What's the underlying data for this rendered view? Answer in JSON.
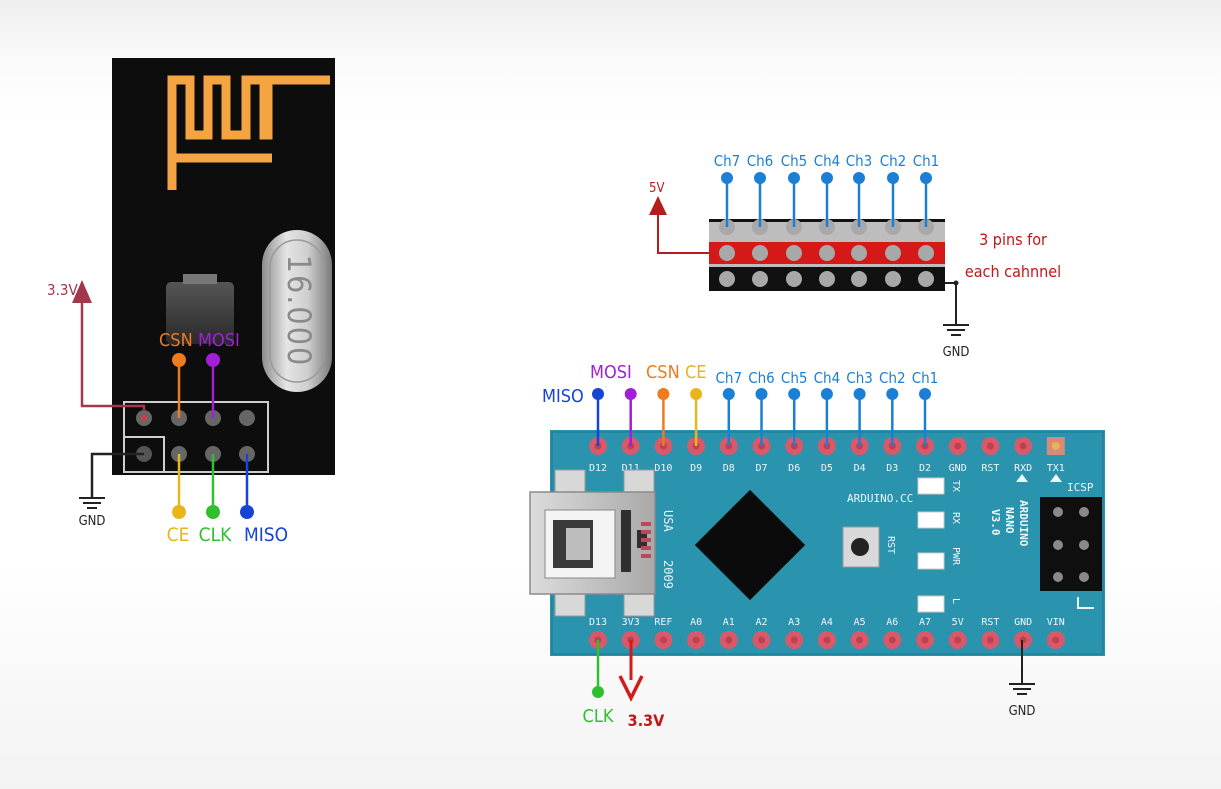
{
  "colors": {
    "blue_wire": "#1c7fd6",
    "orange_wire": "#ee7b1f",
    "purple_wire": "#a21fd8",
    "yellow_wire": "#e8b61a",
    "green_wire": "#2fc02f",
    "miso_blue": "#1644d6",
    "red_power": "#d31b1b",
    "board_teal": "#2a93ad",
    "module_black": "#0d0d0d",
    "antenna_gold": "#f5a442"
  },
  "nrf_module": {
    "crystal_text": "16.000",
    "power_label": "3.3V",
    "gnd_label": "GND",
    "top_labels": {
      "csn": "CSN",
      "mosi": "MOSI"
    },
    "bottom_labels": {
      "ce": "CE",
      "clk": "CLK",
      "miso": "MISO"
    }
  },
  "servo_header": {
    "channels": [
      "Ch7",
      "Ch6",
      "Ch5",
      "Ch4",
      "Ch3",
      "Ch2",
      "Ch1"
    ],
    "power_label": "5V",
    "gnd_label": "GND",
    "note_line1": "3 pins for",
    "note_line2": "each cahnnel"
  },
  "arduino": {
    "top_wire_labels": {
      "miso": "MISO",
      "mosi": "MOSI",
      "csn": "CSN",
      "ce": "CE",
      "channels": [
        "Ch7",
        "Ch6",
        "Ch5",
        "Ch4",
        "Ch3",
        "Ch2",
        "Ch1"
      ]
    },
    "top_pins": [
      "D12",
      "D11",
      "D10",
      "D9",
      "D8",
      "D7",
      "D6",
      "D5",
      "D4",
      "D3",
      "D2",
      "GND",
      "RST",
      "RXD",
      "TX1"
    ],
    "bottom_pins": [
      "D13",
      "3V3",
      "REF",
      "A0",
      "A1",
      "A2",
      "A3",
      "A4",
      "A5",
      "A6",
      "A7",
      "5V",
      "RST",
      "GND",
      "VIN"
    ],
    "brand_text": "ARDUINO.CC",
    "model_text": [
      "ARDUINO",
      "NANO",
      "V3.0"
    ],
    "usa_text": "USA",
    "year_text": "2009",
    "rst_text": "RST",
    "icsp_text": "ICSP",
    "led_labels": [
      "TX",
      "RX",
      "PWR",
      "L"
    ],
    "clk_label": "CLK",
    "power_label": "3.3V",
    "gnd_label": "GND"
  }
}
